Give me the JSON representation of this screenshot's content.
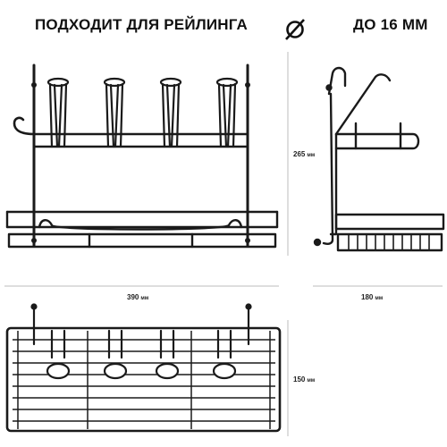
{
  "header": {
    "title_left": "ПОДХОДИТ ДЛЯ РЕЙЛИНГА",
    "diameter_icon": "diameter-symbol-icon",
    "title_right": "ДО 16 ММ"
  },
  "dimensions": {
    "height_value": "265",
    "height_unit": "мм",
    "width_value": "390",
    "width_unit": "мм",
    "depth_value": "180",
    "depth_unit": "мм",
    "top_depth_value": "150",
    "top_depth_unit": "мм"
  },
  "colors": {
    "line": "#1a1a1a",
    "dimension_line": "#bdbdbd"
  }
}
